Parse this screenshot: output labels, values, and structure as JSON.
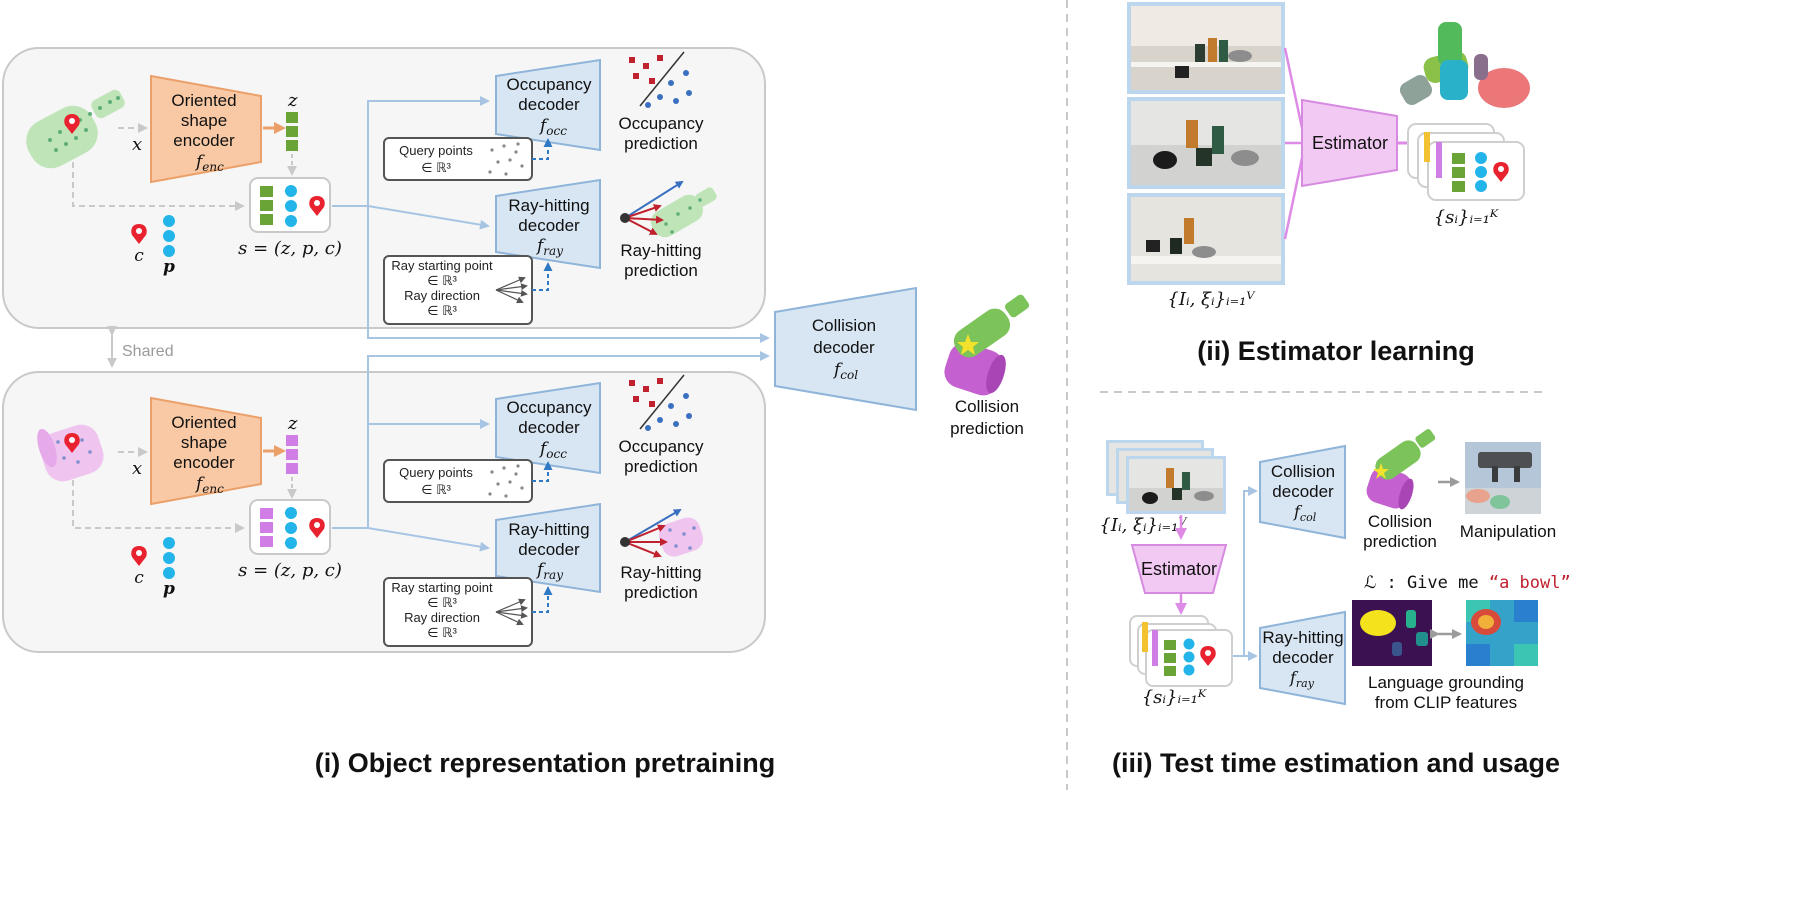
{
  "panel_i": {
    "title": "(i) Object representation pretraining",
    "shared_label": "Shared",
    "top": {
      "encoder": [
        "Oriented",
        "shape",
        "encoder"
      ],
      "encoder_fn": "f",
      "encoder_sub": "enc",
      "x_label": "x",
      "z_label": "z",
      "c_label": "c",
      "p_label": "p",
      "s_eq": "s = (z, p, c)",
      "occ_decoder": [
        "Occupancy",
        "decoder"
      ],
      "occ_fn": "f",
      "occ_sub": "occ",
      "occ_pred": [
        "Occupancy",
        "prediction"
      ],
      "query_box": [
        "Query points",
        "∈ ℝ³"
      ],
      "ray_decoder": [
        "Ray-hitting",
        "decoder"
      ],
      "ray_fn": "f",
      "ray_sub": "ray",
      "ray_pred": [
        "Ray-hitting",
        "prediction"
      ],
      "ray_box": [
        "Ray starting point",
        "∈ ℝ³",
        "Ray direction",
        "∈ ℝ³"
      ]
    },
    "bottom": {
      "encoder": [
        "Oriented",
        "shape",
        "encoder"
      ],
      "encoder_fn": "f",
      "encoder_sub": "enc",
      "x_label": "x",
      "z_label": "z",
      "c_label": "c",
      "p_label": "p",
      "s_eq": "s = (z, p, c)",
      "occ_decoder": [
        "Occupancy",
        "decoder"
      ],
      "occ_fn": "f",
      "occ_sub": "occ",
      "occ_pred": [
        "Occupancy",
        "prediction"
      ],
      "query_box": [
        "Query points",
        "∈ ℝ³"
      ],
      "ray_decoder": [
        "Ray-hitting",
        "decoder"
      ],
      "ray_fn": "f",
      "ray_sub": "ray",
      "ray_pred": [
        "Ray-hitting",
        "prediction"
      ],
      "ray_box": [
        "Ray starting point",
        "∈ ℝ³",
        "Ray direction",
        "∈ ℝ³"
      ]
    },
    "collision": {
      "decoder": [
        "Collision",
        "decoder"
      ],
      "fn": "f",
      "sub": "col",
      "pred": [
        "Collision",
        "prediction"
      ]
    }
  },
  "panel_ii": {
    "title": "(ii) Estimator learning",
    "estimator": "Estimator",
    "input_label": "{Iᵢ, ξᵢ}ᵢ₌₁ⱽ",
    "output_label": "{sᵢ}ᵢ₌₁ᴷ"
  },
  "panel_iii": {
    "title": "(iii) Test time estimation and usage",
    "estimator": "Estimator",
    "input_label": "{Iᵢ, ξᵢ}ᵢ₌₁ⱽ",
    "output_label": "{sᵢ}ᵢ₌₁ᴷ",
    "col_decoder": [
      "Collision",
      "decoder"
    ],
    "col_fn": "f",
    "col_sub": "col",
    "col_pred": [
      "Collision",
      "prediction"
    ],
    "manipulation": "Manipulation",
    "ray_decoder": [
      "Ray-hitting",
      "decoder"
    ],
    "ray_fn": "f",
    "ray_sub": "ray",
    "language_prefix": "ℒ : Give me ",
    "language_query": "“a bowl”",
    "grounding": [
      "Language grounding",
      "from CLIP features"
    ]
  },
  "colors": {
    "encoder_fill": "#f8c9a4",
    "encoder_stroke": "#eba06a",
    "decoder_fill": "#d8e6f3",
    "decoder_stroke": "#8fb4d9",
    "estimator_fill": "#f1c9f3",
    "estimator_stroke": "#d68ae0",
    "latent_green": "#6aa336",
    "latent_pink": "#d07ee6",
    "point_blue": "#23b5ea",
    "pin_red": "#e8222e",
    "arrow_blue": "#a7c5e3",
    "arrow_pink": "#de8be6"
  }
}
